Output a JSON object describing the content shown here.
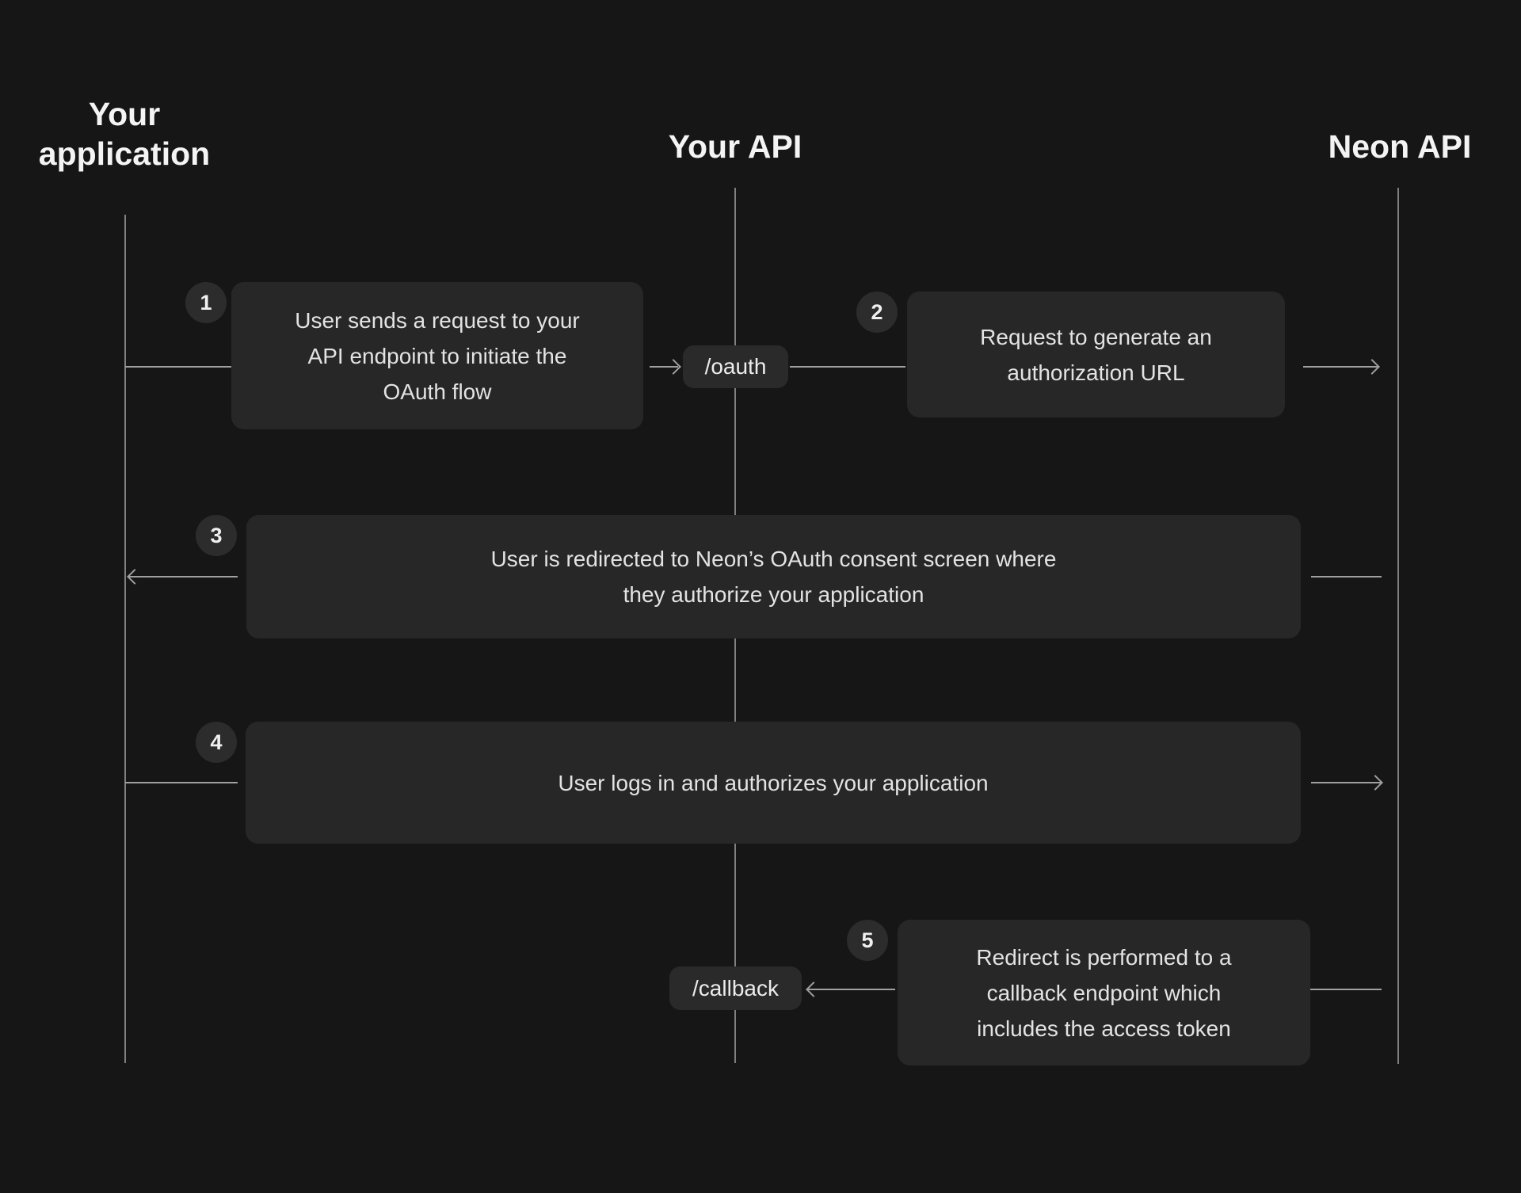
{
  "colors": {
    "background": "#161616",
    "box": "#272727",
    "pill": "#2a2a2a",
    "circle": "#2c2c2c",
    "message_line": "#a0a0a0",
    "lifeline": "#7f7f7f",
    "text": "#e3e3e3",
    "heading": "#f4f4f4"
  },
  "lanes": [
    {
      "label": "Your application"
    },
    {
      "label": "Your API"
    },
    {
      "label": "Neon API"
    }
  ],
  "endpoints": [
    {
      "label": "/oauth",
      "lane": "Your API"
    },
    {
      "label": "/callback",
      "lane": "Your API"
    }
  ],
  "steps": [
    {
      "num": "1",
      "from": "Your application",
      "to": "Your API",
      "endpoint": "/oauth",
      "text": "User sends a request to your\nAPI endpoint to initiate the\nOAuth flow"
    },
    {
      "num": "2",
      "from": "Your API",
      "to": "Neon API",
      "text": "Request to generate an\nauthorization URL"
    },
    {
      "num": "3",
      "from": "Neon API",
      "to": "Your application",
      "text": "User is redirected to Neon’s OAuth consent screen where\nthey authorize your application"
    },
    {
      "num": "4",
      "from": "Your application",
      "to": "Neon API",
      "text": "User logs in and authorizes your application"
    },
    {
      "num": "5",
      "from": "Neon API",
      "to": "Your API",
      "endpoint": "/callback",
      "text": "Redirect is performed to a\ncallback endpoint which\nincludes the access token"
    }
  ]
}
